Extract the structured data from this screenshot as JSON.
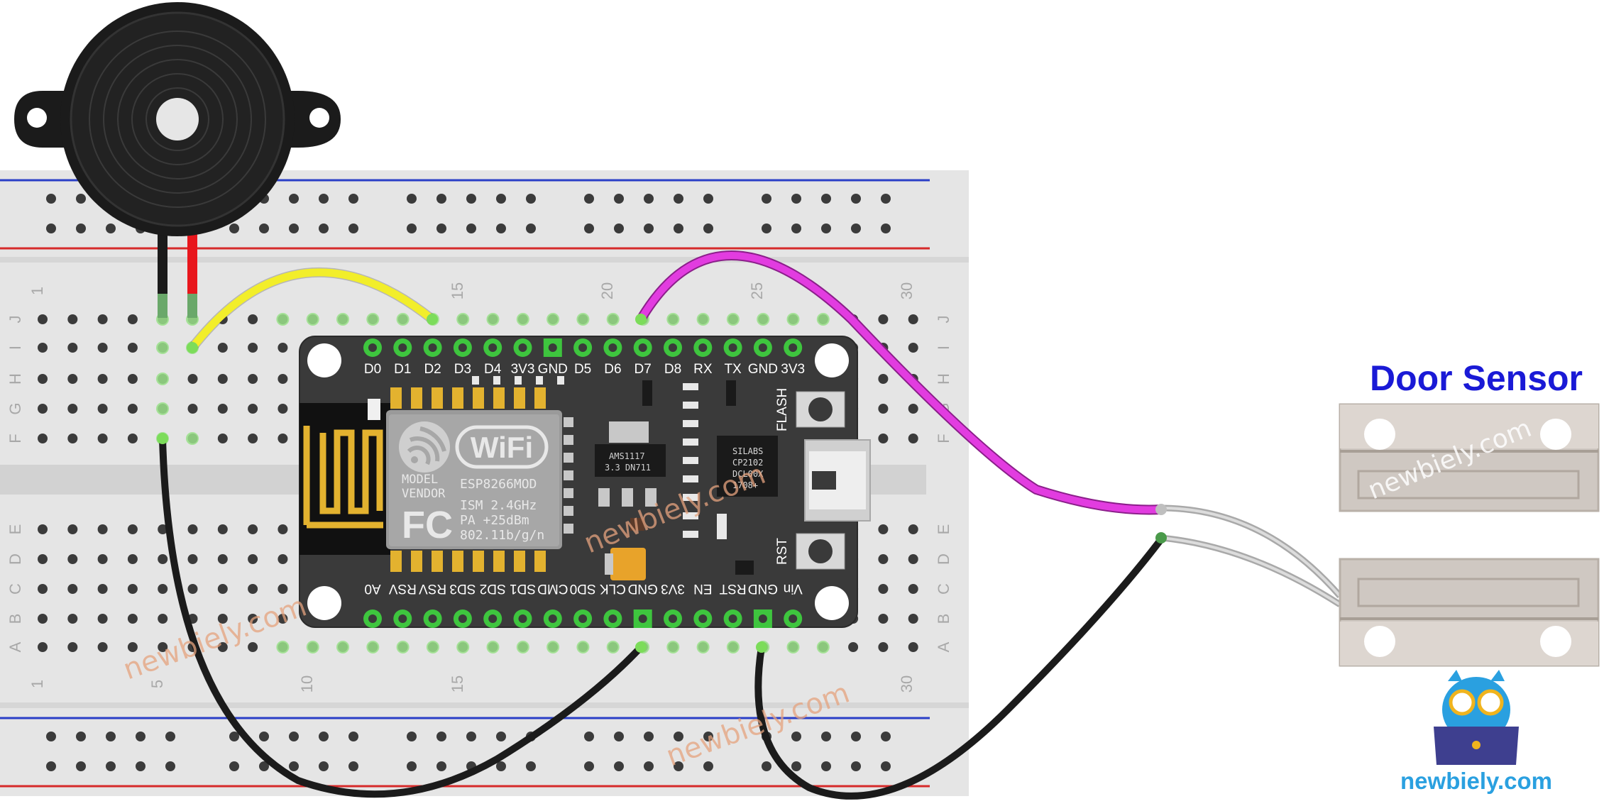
{
  "title": "Door Sensor",
  "brand": "newbiely.com",
  "watermark": "newbiely.com",
  "colors": {
    "title": "#1a1ad6",
    "brand": "#2aa0e0",
    "wire_yellow": "#f2ee2a",
    "wire_magenta": "#e23ce0",
    "wire_black": "#1b1b1b",
    "wire_red": "#e8161c",
    "board": "#3a3a3a",
    "pad": "#3ec53e",
    "breadboard": "#e5e5e5"
  },
  "breadboard": {
    "row_letters_top": [
      "J",
      "I",
      "H",
      "G",
      "F"
    ],
    "row_letters_bottom": [
      "E",
      "D",
      "C",
      "B",
      "A"
    ],
    "column_numbers_top": [
      "1",
      "15",
      "20",
      "25",
      "30"
    ],
    "column_numbers_bottom": [
      "1",
      "5",
      "10",
      "15",
      "30"
    ]
  },
  "nodemcu": {
    "top_pins": [
      "D0",
      "D1",
      "D2",
      "D3",
      "D4",
      "3V3",
      "GND",
      "D5",
      "D6",
      "D7",
      "D8",
      "RX",
      "TX",
      "GND",
      "3V3"
    ],
    "bottom_pins": [
      "A0",
      "RSV",
      "RSV",
      "SD3",
      "SD2",
      "SD1",
      "CMD",
      "SD0",
      "CLK",
      "GND",
      "3V3",
      "EN",
      "RST",
      "GND",
      "Vin"
    ],
    "module": {
      "wifi": "WiFi",
      "model": "MODEL",
      "vendor": "VENDOR",
      "chip": "ESP8266MOD",
      "fc": "FC",
      "ism": "ISM 2.4GHz",
      "pa": "PA  +25dBm",
      "std": "802.11b/g/n"
    },
    "regulator": {
      "line1": "AMS1117",
      "line2": "3.3   DN711"
    },
    "usb_chip": {
      "line1": "SILABS",
      "line2": "CP2102",
      "line3": "DCL00X",
      "line4": "1708+"
    },
    "buttons": {
      "flash": "FLASH",
      "rst": "RST"
    }
  },
  "connections": [
    {
      "from": "Buzzer +",
      "to": "D2",
      "color": "yellow"
    },
    {
      "from": "Buzzer -",
      "to": "GND",
      "color": "black"
    },
    {
      "from": "Door Sensor",
      "to": "D7",
      "color": "magenta"
    },
    {
      "from": "Door Sensor",
      "to": "GND",
      "color": "black"
    }
  ]
}
